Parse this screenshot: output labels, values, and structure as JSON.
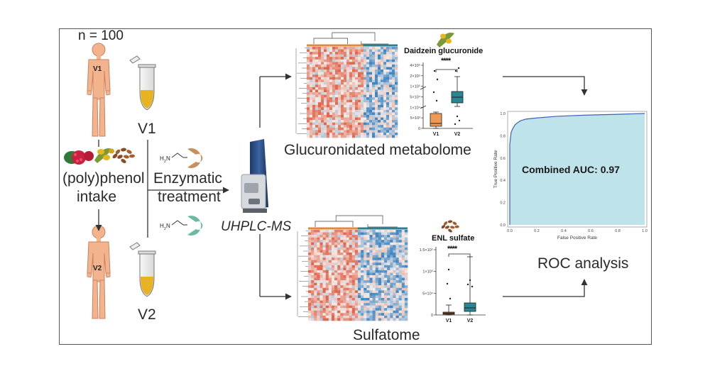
{
  "study": {
    "n_label": "n = 100"
  },
  "visits": {
    "v1_body": "V1",
    "v1_tube": "V1",
    "v2_body": "V2",
    "v2_tube": "V2"
  },
  "intake": {
    "line1": "(poly)phenol",
    "line2": "intake"
  },
  "treatment": {
    "line1": "Enzymatic",
    "line2": "treatment"
  },
  "instrument": {
    "label": "UHPLC-MS"
  },
  "glucuronide_panel": {
    "heatmap_label": "Glucuronidated metabolome",
    "boxplot_title": "Daidzein glucuronide",
    "significance": "****",
    "yticks": [
      "4×10⁵",
      "2×10⁵",
      "1×10⁵",
      "5×10⁴",
      "1×10⁴",
      "5×10³",
      "0"
    ],
    "xticks": [
      "V1",
      "V2"
    ]
  },
  "sulfate_panel": {
    "heatmap_label": "Sulfatome",
    "boxplot_title": "ENL sulfate",
    "significance": "****",
    "yticks": [
      "1.5×10⁵",
      "1×10⁵",
      "5×10⁴",
      "0"
    ],
    "xticks": [
      "V1",
      "V2"
    ]
  },
  "roc": {
    "label": "ROC analysis",
    "annotation": "Combined AUC: 0.97",
    "xlabel": "False Positive Rate",
    "ylabel": "True Positive Rate",
    "xticks": [
      "0.0",
      "0.2",
      "0.4",
      "0.6",
      "0.8",
      "1.0"
    ],
    "yticks": [
      "0.0",
      "0.2",
      "0.4",
      "0.6",
      "0.8",
      "1.0"
    ],
    "fill_color": "#bfe3ea",
    "line_color": "#3b63b4",
    "curve_points": [
      [
        0.0,
        0.0
      ],
      [
        0.0,
        0.72
      ],
      [
        0.005,
        0.78
      ],
      [
        0.01,
        0.83
      ],
      [
        0.02,
        0.86
      ],
      [
        0.03,
        0.88
      ],
      [
        0.04,
        0.9
      ],
      [
        0.06,
        0.92
      ],
      [
        0.08,
        0.935
      ],
      [
        0.12,
        0.95
      ],
      [
        0.2,
        0.96
      ],
      [
        0.35,
        0.975
      ],
      [
        0.55,
        0.985
      ],
      [
        0.8,
        0.993
      ],
      [
        1.0,
        1.0
      ]
    ]
  },
  "colors": {
    "body_skin": "#f3b48d",
    "body_outline": "#c9825f",
    "tube_liquid": "#e8b323",
    "enzyme_orange": "#c88e5c",
    "enzyme_green": "#6cbaa2",
    "box_v1": "#ee9a52",
    "box_v2": "#2a8694",
    "heat_red": "#e0674d",
    "heat_blue": "#3f86c3"
  },
  "icons": [
    "human-body-icon",
    "sample-tube-icon",
    "berry-icon",
    "soybean-icon",
    "seeds-icon",
    "amine-enzyme-icon",
    "mass-spectrometer-icon",
    "heatmap-icon",
    "boxplot-icon",
    "roc-curve-icon"
  ]
}
